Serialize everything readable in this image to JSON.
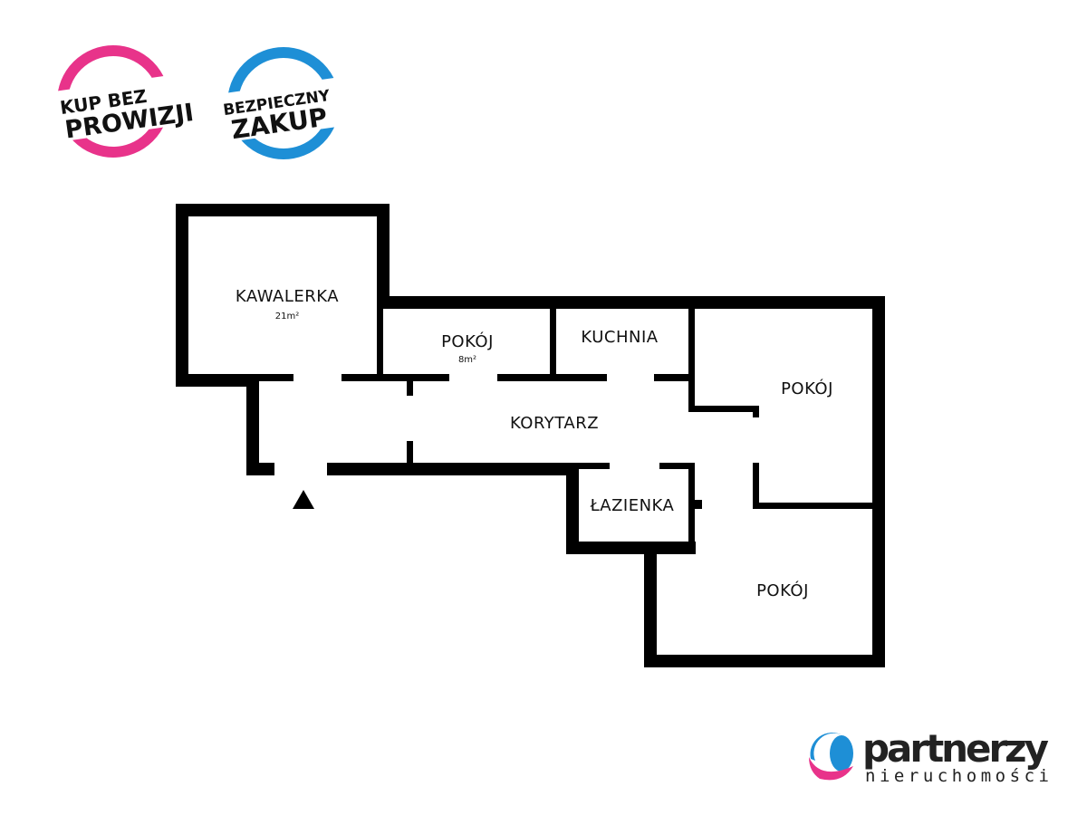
{
  "badges": [
    {
      "line1": "KUP BEZ",
      "line2": "PROWIZJI",
      "color": "#e8338a"
    },
    {
      "line1": "BEZPIECZNY",
      "line2": "ZAKUP",
      "color": "#1e8fd6"
    }
  ],
  "rooms": {
    "kawalerka": {
      "name": "KAWALERKA",
      "area": "21m²"
    },
    "pokoj_small": {
      "name": "POKÓJ",
      "area": "8m²"
    },
    "kuchnia": {
      "name": "KUCHNIA"
    },
    "pokoj_right_top": {
      "name": "POKÓJ"
    },
    "korytarz": {
      "name": "KORYTARZ"
    },
    "lazienka": {
      "name": "ŁAZIENKA"
    },
    "pokoj_right_bottom": {
      "name": "POKÓJ"
    }
  },
  "entrance_icon": "triangle-up",
  "logo": {
    "name": "partnerzy",
    "subtitle": "nieruchomości",
    "colors": {
      "blue": "#1e8fd6",
      "pink": "#e8338a"
    }
  }
}
